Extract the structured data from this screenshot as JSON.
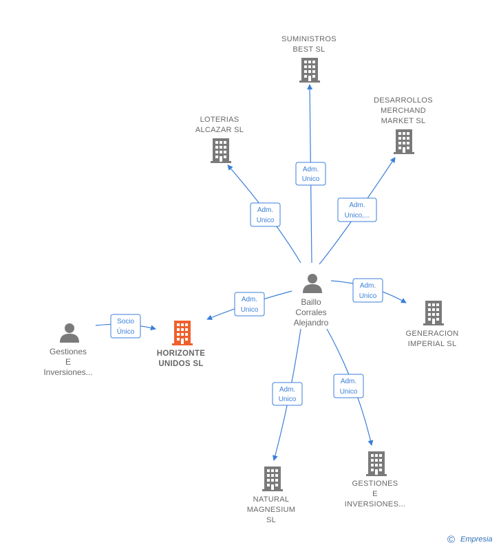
{
  "colors": {
    "edge": "#3a7ed8",
    "company": "#7a7a7a",
    "focus_company": "#f0602c",
    "person": "#7a7a7a",
    "label": "#666666"
  },
  "nodes": {
    "suministros": {
      "type": "company",
      "lines": [
        "SUMINISTROS",
        "BEST SL"
      ]
    },
    "desarrollos": {
      "type": "company",
      "lines": [
        "DESARROLLOS",
        "MERCHAND",
        "MARKET SL"
      ]
    },
    "loterias": {
      "type": "company",
      "lines": [
        "LOTERIAS",
        "ALCAZAR  SL"
      ]
    },
    "baillo": {
      "type": "person",
      "lines": [
        "Baillo",
        "Corrales",
        "Alejandro"
      ]
    },
    "generacion": {
      "type": "company",
      "lines": [
        "GENERACION",
        "IMPERIAL  SL"
      ]
    },
    "horizonte": {
      "type": "focus",
      "lines": [
        "HORIZONTE",
        "UNIDOS  SL"
      ]
    },
    "gestiones_person": {
      "type": "person",
      "lines": [
        "Gestiones",
        "E",
        "Inversiones..."
      ]
    },
    "natural": {
      "type": "company",
      "lines": [
        "NATURAL",
        "MAGNESIUM",
        "SL"
      ]
    },
    "gestiones_company": {
      "type": "company",
      "lines": [
        "GESTIONES",
        "E",
        "INVERSIONES..."
      ]
    }
  },
  "edges": [
    {
      "id": "to-suministros",
      "lines": [
        "Adm.",
        "Unico"
      ]
    },
    {
      "id": "to-desarrollos",
      "lines": [
        "Adm.",
        "Unico,..."
      ]
    },
    {
      "id": "to-loterias",
      "lines": [
        "Adm.",
        "Unico"
      ]
    },
    {
      "id": "to-generacion",
      "lines": [
        "Adm.",
        "Unico"
      ]
    },
    {
      "id": "to-horizonte",
      "lines": [
        "Adm.",
        "Unico"
      ]
    },
    {
      "id": "gestiones-to-horizonte",
      "lines": [
        "Socio",
        "Único"
      ]
    },
    {
      "id": "to-natural",
      "lines": [
        "Adm.",
        "Unico"
      ]
    },
    {
      "id": "to-gestiones",
      "lines": [
        "Adm.",
        "Unico"
      ]
    }
  ],
  "footer": {
    "copyright": "©",
    "brand": "Empresia"
  }
}
